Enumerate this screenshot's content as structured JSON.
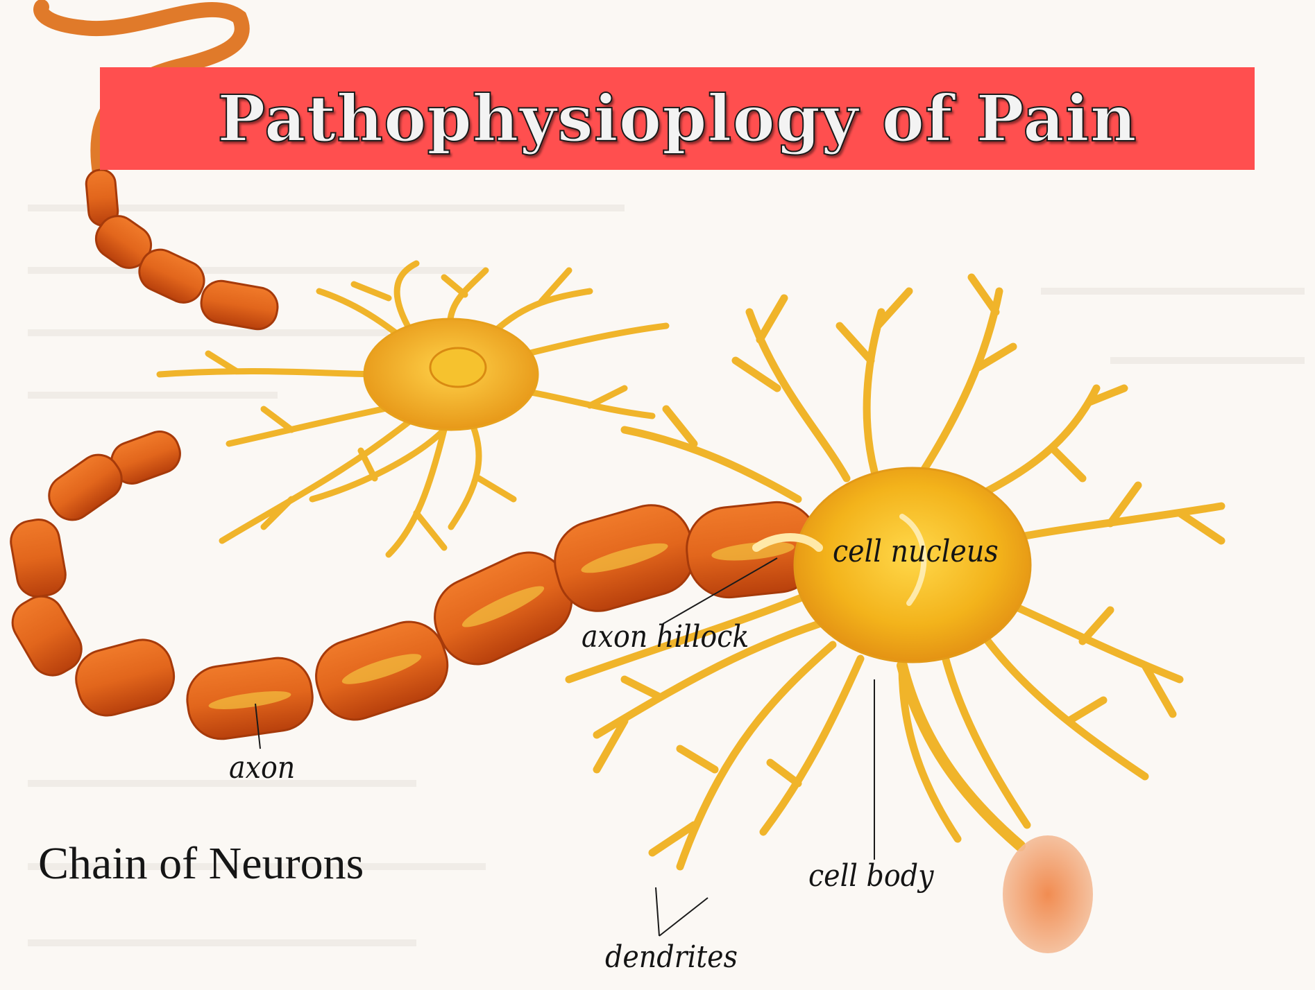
{
  "title": "Pathophysioplogy of Pain",
  "diagram": {
    "caption": "Chain of Neurons",
    "labels": {
      "cell_nucleus": "cell nucleus",
      "axon_hillock": "axon hillock",
      "axon": "axon",
      "cell_body": "cell body",
      "dendrites": "dendrites"
    }
  },
  "colors": {
    "banner": "#ff4f4f",
    "axon_segment": "#e0641c",
    "cell_body": "#f2b81e",
    "dendrite": "#f0b42a",
    "background": "#fbf8f4"
  }
}
